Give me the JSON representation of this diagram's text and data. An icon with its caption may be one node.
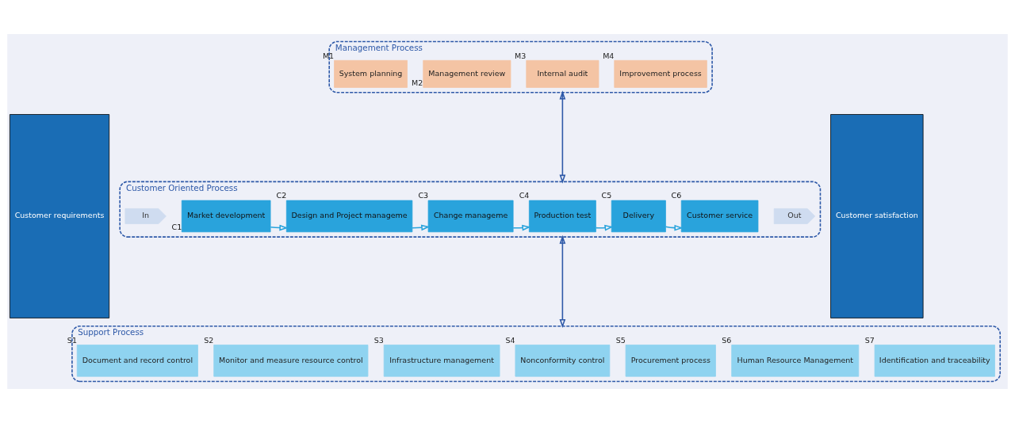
{
  "diagram": {
    "nodes": [
      {
        "text": [
          "Customer requirements"
        ]
      },
      {
        "text": [
          "Management Process"
        ]
      },
      {
        "text": [
          "System planning"
        ],
        "in": 1,
        "beside": [
          "M1"
        ]
      },
      {
        "text": [
          "Management review"
        ],
        "in": 1,
        "beside": [
          "M2"
        ]
      },
      {
        "text": [
          "Internal audit"
        ],
        "in": 1,
        "beside": [
          "M3"
        ]
      },
      {
        "text": [
          "Improvement process"
        ],
        "in": 1,
        "beside": [
          "M4"
        ]
      },
      {
        "text": [
          "Customer Oriented Process"
        ]
      },
      {
        "text": [
          "In"
        ],
        "in": 6
      },
      {
        "text": [
          "Market development"
        ],
        "in": 6,
        "beside": [
          "C1"
        ]
      },
      {
        "text": [
          "Design and Project manageme"
        ],
        "in": 6,
        "beside": [
          "C2"
        ]
      },
      {
        "text": [
          "Change manageme"
        ],
        "in": 6,
        "beside": [
          "C3"
        ]
      },
      {
        "text": [
          "Production test"
        ],
        "in": 6,
        "beside": [
          "C4"
        ]
      },
      {
        "text": [
          "Delivery"
        ],
        "in": 6,
        "beside": [
          "C5"
        ]
      },
      {
        "text": [
          "Customer service"
        ],
        "in": 6,
        "beside": [
          "C6"
        ]
      },
      {
        "text": [
          "Out"
        ],
        "in": 6
      },
      {
        "text": [
          "Support Process"
        ]
      },
      {
        "text": [
          "Document and record control"
        ],
        "in": 15,
        "beside": [
          "S1"
        ]
      },
      {
        "text": [
          "Monitor and measure resource control"
        ],
        "in": 15,
        "beside": [
          "S2"
        ]
      },
      {
        "text": [
          "Infrastructure management"
        ],
        "in": 15,
        "beside": [
          "S3"
        ]
      },
      {
        "text": [
          "Nonconformity control"
        ],
        "in": 15,
        "beside": [
          "S4"
        ]
      },
      {
        "text": [
          "Procurement process"
        ],
        "in": 15,
        "beside": [
          "S5"
        ]
      },
      {
        "text": [
          "Human Resource Management"
        ],
        "in": 15,
        "beside": [
          "S6"
        ]
      },
      {
        "text": [
          "Identification and traceability"
        ],
        "in": 15,
        "beside": [
          "S7"
        ]
      },
      {
        "text": [
          "Customer satisfaction"
        ]
      }
    ],
    "edges": [
      {
        "from": 8,
        "to": 9,
        "arrow": "to"
      },
      {
        "from": 9,
        "to": 10,
        "arrow": "to"
      },
      {
        "from": 10,
        "to": 11,
        "arrow": "to"
      },
      {
        "from": 11,
        "to": 12,
        "arrow": "to"
      },
      {
        "from": 12,
        "to": 13,
        "arrow": "to"
      },
      {
        "from": 1,
        "to": 6,
        "arrow": "both",
        "color": "#2e59a8"
      },
      {
        "from": 6,
        "to": 15,
        "arrow": "both",
        "color": "#2e59a8"
      }
    ]
  }
}
